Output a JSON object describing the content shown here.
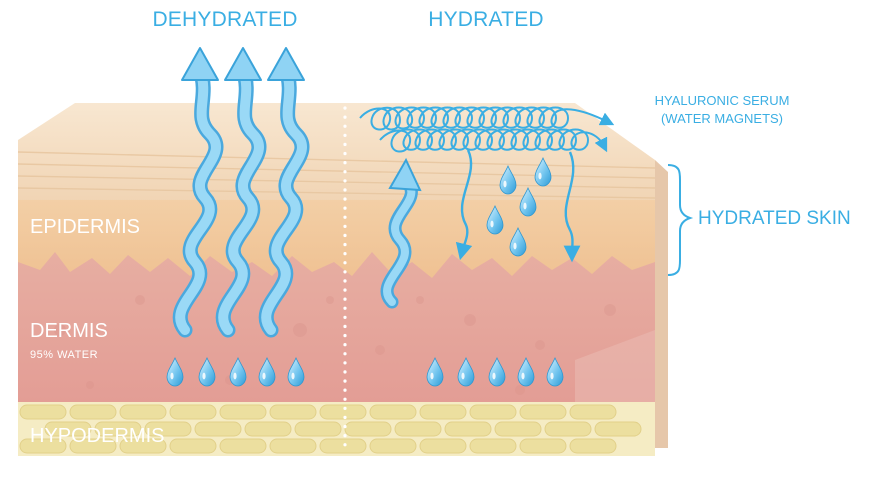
{
  "headers": {
    "left": "DEHYDRATED",
    "right": "HYDRATED"
  },
  "annotations": {
    "serum_line1": "HYALURONIC SERUM",
    "serum_line2": "(WATER MAGNETS)",
    "hydrated_skin": "HYDRATED SKIN"
  },
  "layers": {
    "epidermis": "EPIDERMIS",
    "dermis": "DERMIS",
    "dermis_note": "95% WATER",
    "hypodermis": "HYPODERMIS"
  },
  "colors": {
    "accent": "#3aaee3",
    "arrow_fill": "#8fd3f4",
    "surface": "#f4dcc0",
    "epidermis": "#f2c99f",
    "dermis": "#e6aaa3",
    "hypodermis": "#efe3a8",
    "side_shade": "#e8c6a8"
  }
}
